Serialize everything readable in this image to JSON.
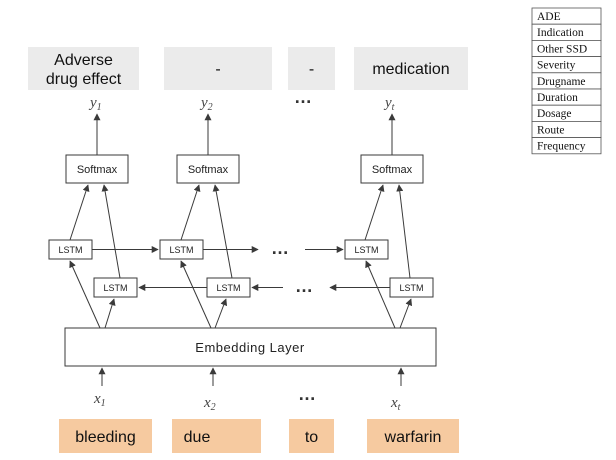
{
  "output_labels": [
    "Adverse|drug effect",
    "-",
    "-",
    "medication"
  ],
  "input_tokens": [
    "bleeding",
    "due",
    "to",
    "warfarin"
  ],
  "y_labels": [
    {
      "base": "y",
      "sub": "1"
    },
    {
      "base": "y",
      "sub": "2"
    },
    {
      "base": "y",
      "sub": "t"
    }
  ],
  "x_labels": [
    {
      "base": "x",
      "sub": "1"
    },
    {
      "base": "x",
      "sub": "2"
    },
    {
      "base": "x",
      "sub": "t"
    }
  ],
  "ellipsis": "…",
  "softmax_label": "Softmax",
  "lstm_label": "LSTM",
  "embedding_label": "Embedding Layer",
  "legend_items": [
    "ADE",
    "Indication",
    "Other SSD",
    "Severity",
    "Drugname",
    "Duration",
    "Dosage",
    "Route",
    "Frequency"
  ],
  "colors": {
    "output_box": "#ebebeb",
    "input_box": "#f6caa0",
    "line": "#3a3a3a"
  }
}
